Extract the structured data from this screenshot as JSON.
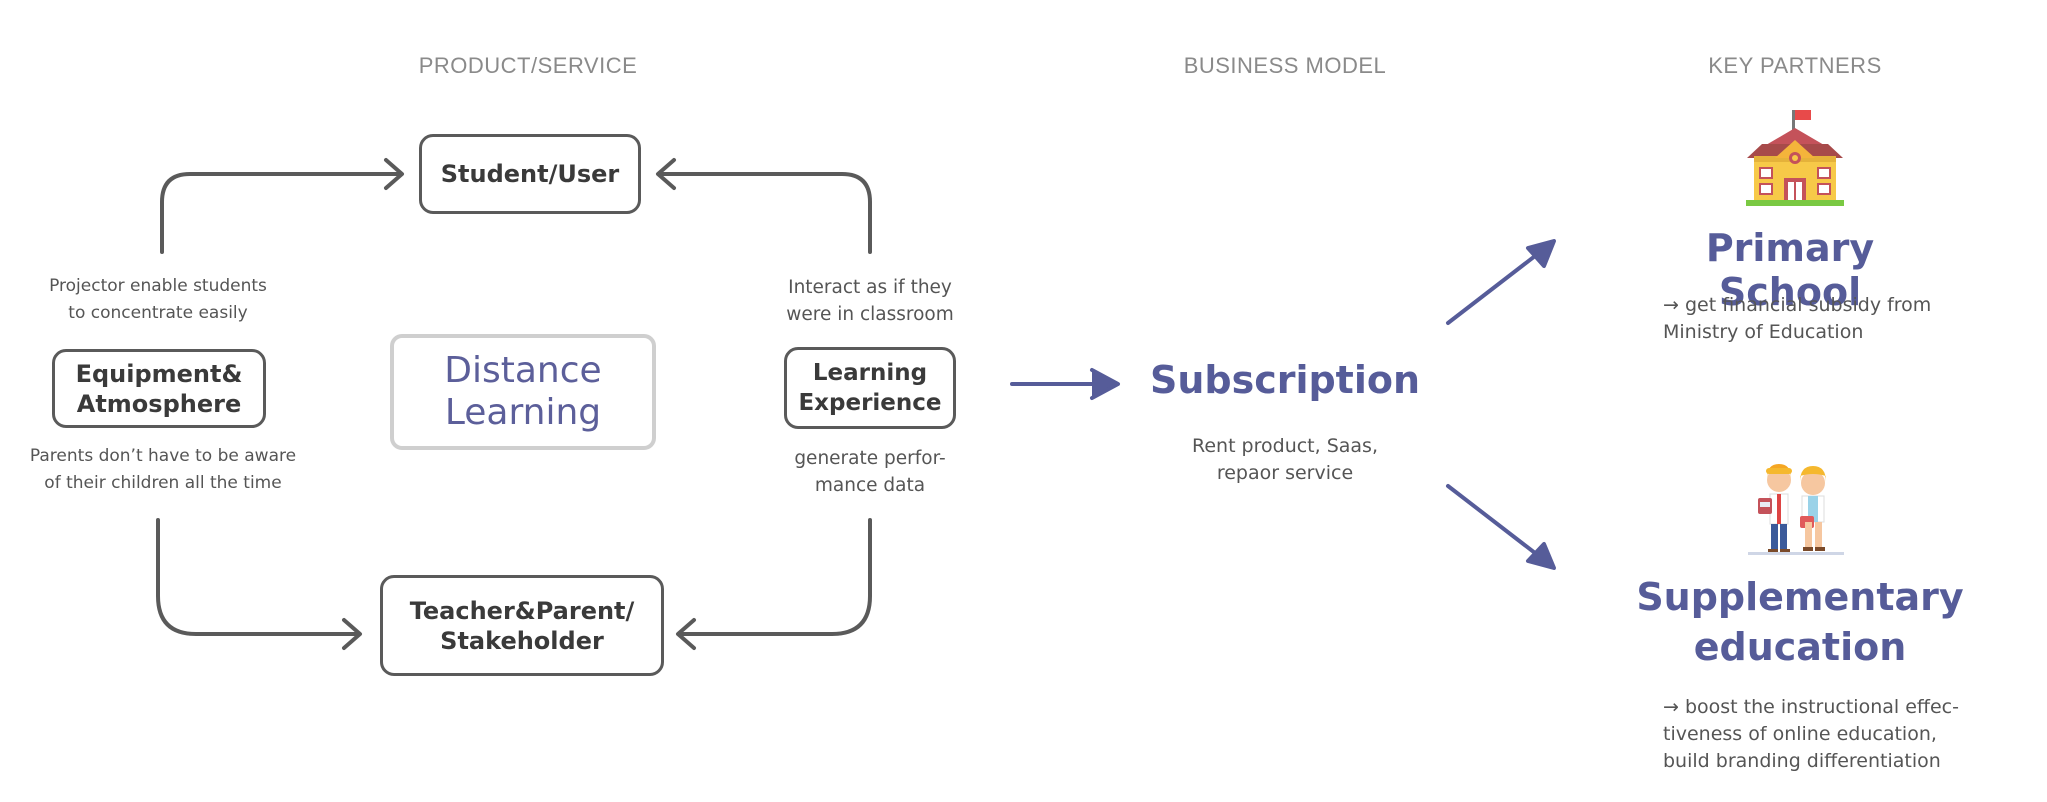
{
  "sections": {
    "product_service": "PRODUCT/SERVICE",
    "business_model": "BUSINESS MODEL",
    "key_partners": "KEY PARTNERS"
  },
  "cycle": {
    "student": "Student/User",
    "equipment": "Equipment&\nAtmosphere",
    "center": "Distance\nLearning",
    "learning": "Learning\nExperience",
    "teacher": "Teacher&Parent/\nStakeholder",
    "note_projector": "Projector enable students\nto concentrate easily",
    "note_parents": "Parents don’t have to be aware\nof their children all the time",
    "note_interact": "Interact as if they\nwere in classroom",
    "note_generate": "generate perfor-\nmance data"
  },
  "business": {
    "title": "Subscription",
    "desc": "Rent product, Saas,\nrepaor service"
  },
  "partners": {
    "primary_title": "Primary School",
    "primary_desc": "→  get financial subsidy from\nMinistry of Education",
    "supp_title": "Supplementary\neducation",
    "supp_desc": "→ boost the instructional effec-\ntiveness of online education,\nbuild branding differentiation"
  },
  "colors": {
    "accent": "#565c99",
    "line": "#5a5a5a",
    "muted": "#8a8a8a"
  },
  "icons": [
    "school-building-icon",
    "students-icon"
  ]
}
